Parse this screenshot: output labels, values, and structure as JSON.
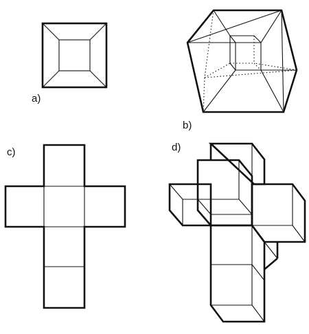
{
  "figures": [
    {
      "id": "a",
      "label": "a)"
    },
    {
      "id": "b",
      "label": "b)"
    },
    {
      "id": "c",
      "label": "c)"
    },
    {
      "id": "d",
      "label": "d)"
    }
  ]
}
